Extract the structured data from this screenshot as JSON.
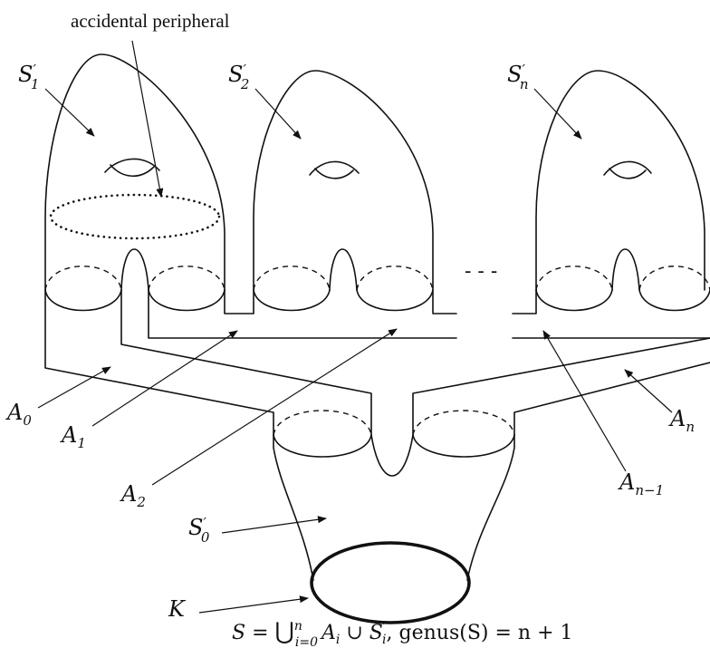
{
  "annotation": "accidental peripheral",
  "labels": {
    "s1": {
      "main": "S",
      "prime": "′",
      "sub": "1"
    },
    "s2": {
      "main": "S",
      "prime": "′",
      "sub": "2"
    },
    "sn": {
      "main": "S",
      "prime": "′",
      "sub": "n"
    },
    "s0": {
      "main": "S",
      "prime": "′",
      "sub": "0"
    },
    "a0": {
      "main": "A",
      "sub": "0"
    },
    "a1": {
      "main": "A",
      "sub": "1"
    },
    "a2": {
      "main": "A",
      "sub": "2"
    },
    "an1": {
      "main": "A",
      "sub": "n−1"
    },
    "an": {
      "main": "A",
      "sub": "n"
    },
    "k": {
      "main": "K"
    }
  },
  "ellipsis": "- - -",
  "caption": {
    "lhs": "S = ",
    "union": "⋃",
    "upper": "n",
    "lower": "i=0",
    "body": "A",
    "body_sub": "i",
    "cup": " ∪ ",
    "s": "S",
    "s_prime": "′",
    "s_sub": "i",
    "rest": ", genus(S) = n + 1"
  }
}
